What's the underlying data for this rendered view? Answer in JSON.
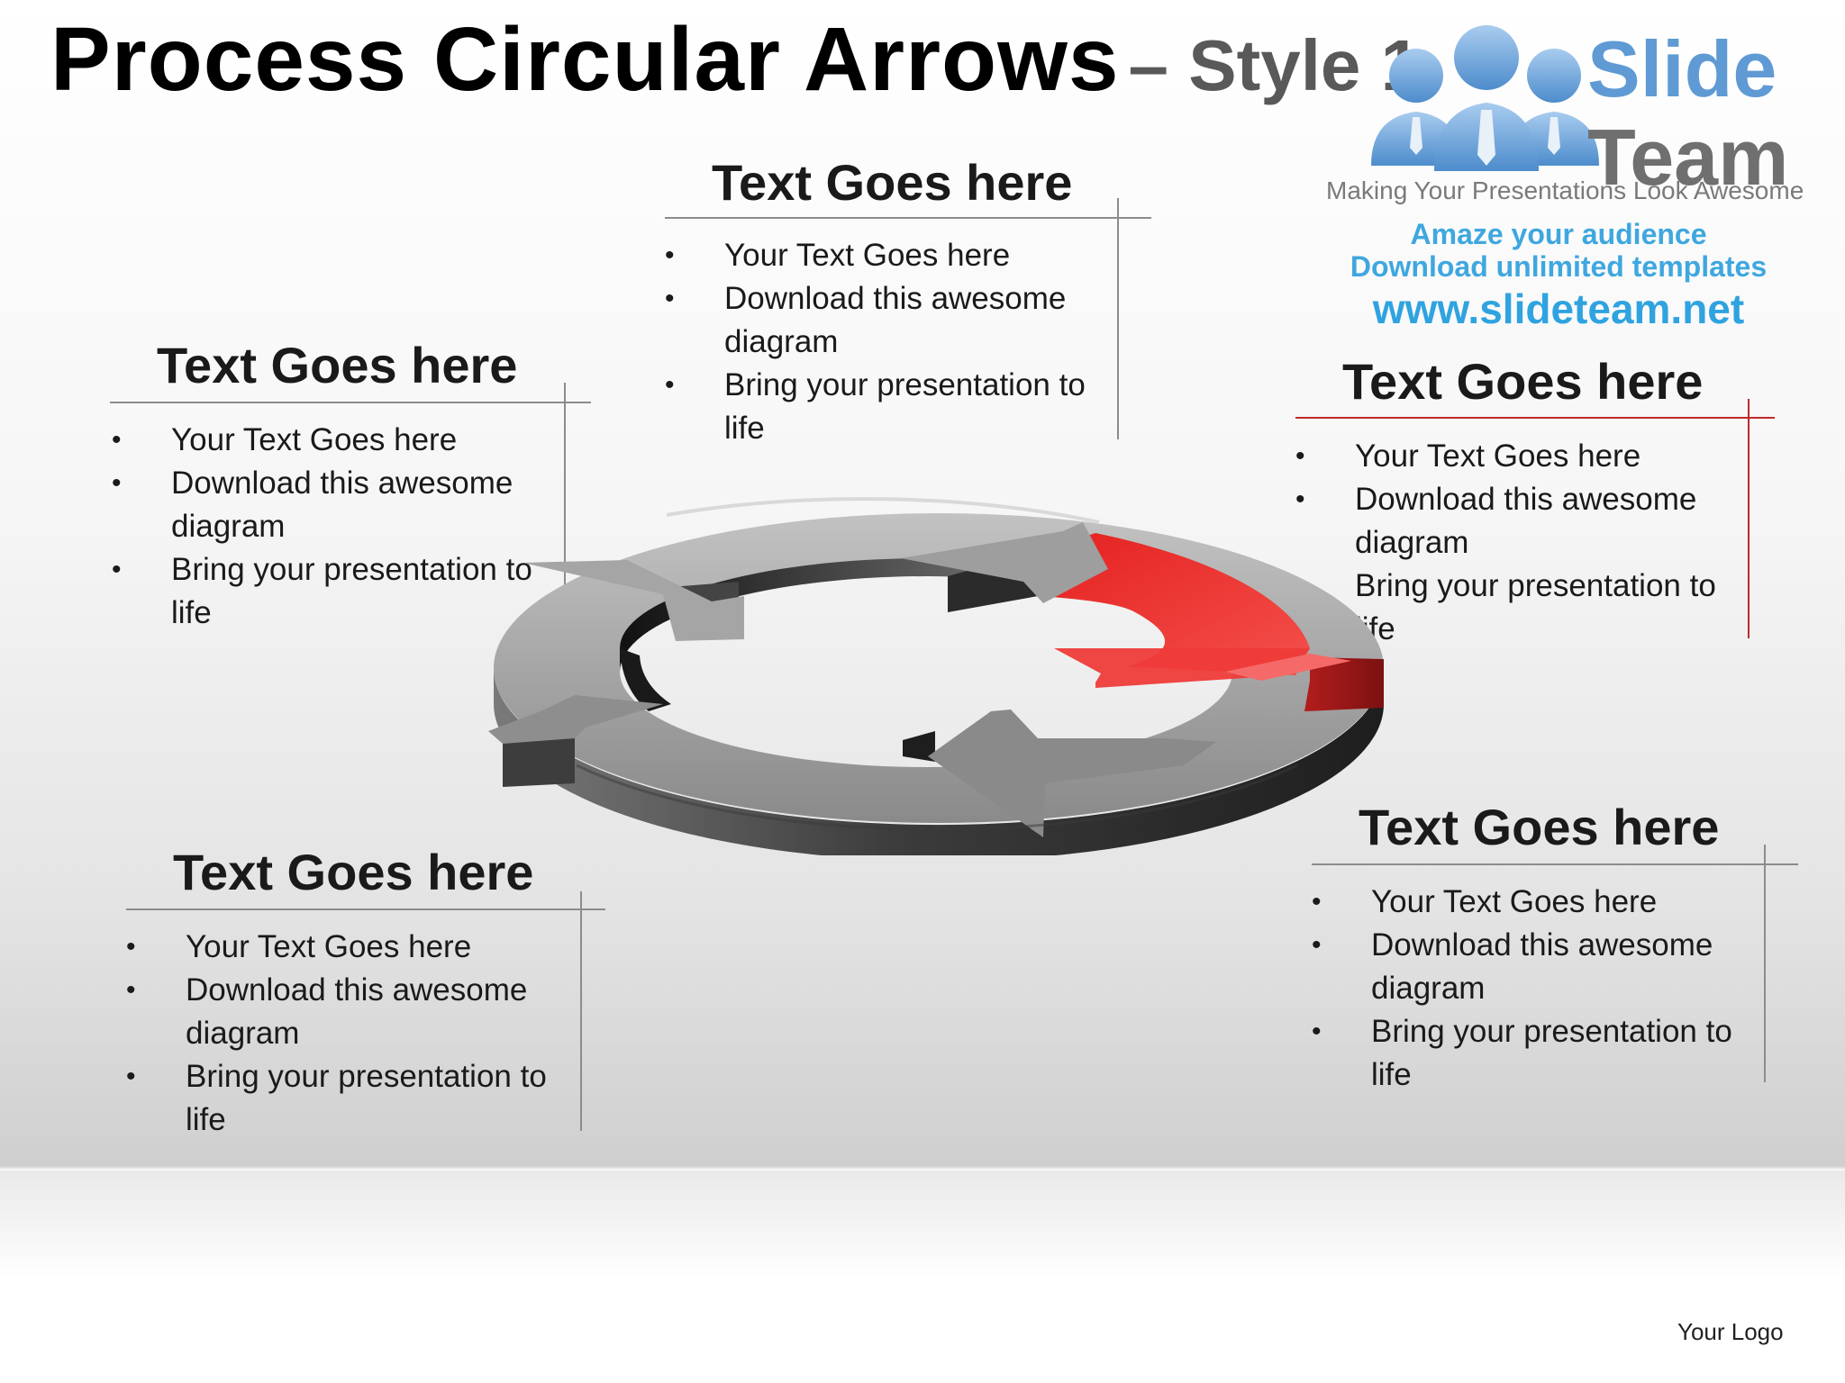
{
  "title": {
    "main": "Process Circular Arrows",
    "sub": "– Style 1"
  },
  "logo": {
    "slide": "Slide",
    "team": "Team",
    "tagline": "Making Your Presentations Look Awesome",
    "promo_line1": "Amaze your audience",
    "promo_line2": "Download unlimited templates",
    "url": "www.slideteam.net"
  },
  "blocks": [
    {
      "heading": "Text Goes here",
      "bullets": [
        "Your Text Goes here",
        "Download this awesome diagram",
        "Bring your presentation to life"
      ]
    },
    {
      "heading": "Text Goes here",
      "bullets": [
        "Your Text Goes here",
        "Download this awesome diagram",
        "Bring your presentation to life"
      ]
    },
    {
      "heading": "Text Goes here",
      "bullets": [
        "Your Text Goes here",
        "Download this awesome diagram",
        "Bring your presentation to life"
      ]
    },
    {
      "heading": "Text Goes here",
      "bullets": [
        "Your Text Goes here",
        "Download this awesome diagram",
        "Bring your presentation to life"
      ]
    },
    {
      "heading": "Text Goes here",
      "bullets": [
        "Your Text Goes here",
        "Download this awesome diagram",
        "Bring your presentation to life"
      ]
    }
  ],
  "footer": {
    "logo_placeholder": "Your Logo"
  },
  "colors": {
    "highlight": "#e0201f",
    "highlight_dark": "#8c1414",
    "arrow_gray": "#9a9a9a",
    "arrow_dark": "#3a3a3a",
    "logo_blue": "#5f9ad4",
    "promo_blue": "#2fa3e0",
    "divider_gray": "#8c8c8c",
    "divider_red": "#c0282b"
  }
}
